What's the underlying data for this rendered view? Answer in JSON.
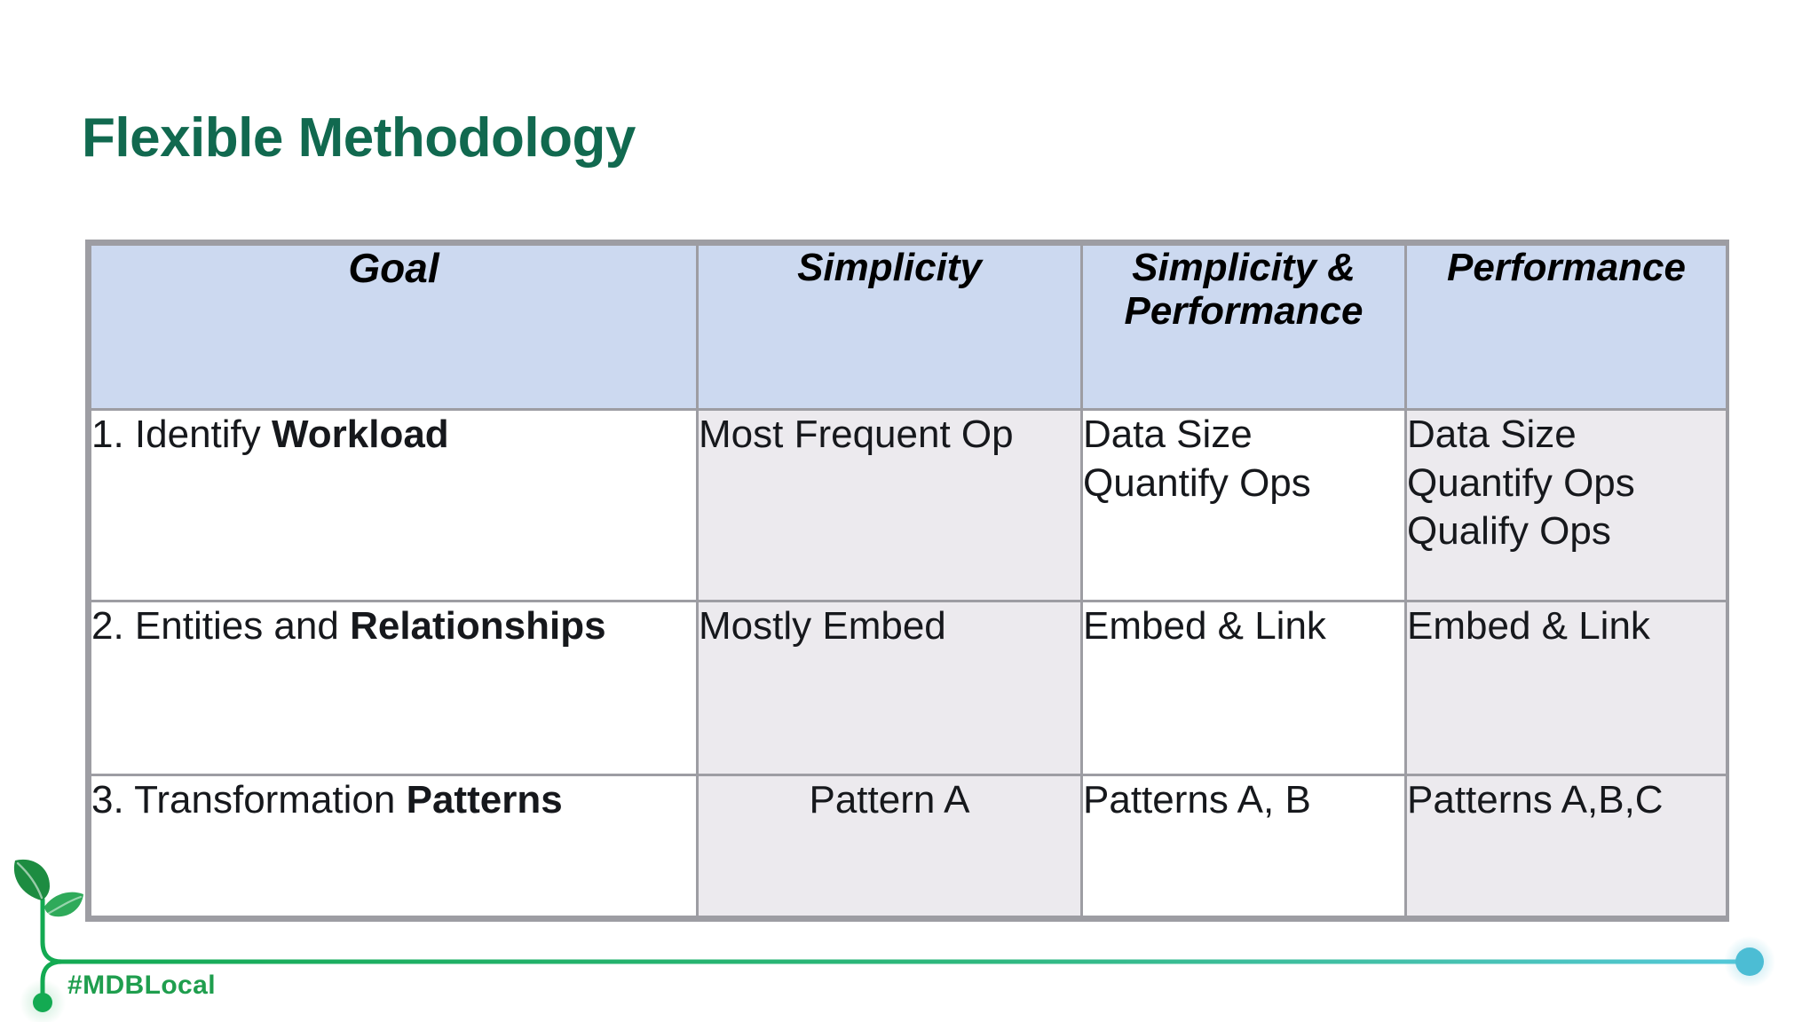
{
  "slide": {
    "title": "Flexible Methodology",
    "title_color": "#11694f",
    "background": "#ffffff"
  },
  "table": {
    "border_color": "#9d9da3",
    "header_bg": "#ccd9f0",
    "column_white_bg": "#ffffff",
    "column_gray_bg": "#eceaee",
    "headers": [
      {
        "label": "Goal"
      },
      {
        "label": "Simplicity"
      },
      {
        "label_line1": "Simplicity &",
        "label_line2": "Performance"
      },
      {
        "label": "Performance"
      }
    ],
    "rows": [
      {
        "goal_prefix": "1. Identify ",
        "goal_keyword": "Workload",
        "simplicity": "Most Frequent Op",
        "simplicity_performance_l1": "Data Size",
        "simplicity_performance_l2": "Quantify Ops",
        "performance_l1": "Data Size",
        "performance_l2": "Quantify Ops",
        "performance_l3": "Qualify Ops"
      },
      {
        "goal_prefix": "2. Entities and ",
        "goal_keyword": "Relationships",
        "simplicity": "Mostly Embed",
        "simplicity_performance_l1": "Embed & Link",
        "performance_l1": "Embed & Link"
      },
      {
        "goal_prefix": "3. Transformation ",
        "goal_keyword": "Patterns",
        "simplicity": "Pattern A",
        "simplicity_performance_l1": "Patterns A, B",
        "performance_l1": "Patterns A,B,C"
      }
    ]
  },
  "footer": {
    "hashtag": "#MDBLocal",
    "hashtag_color": "#1f9e4e",
    "vine_color_start": "#13aa52",
    "vine_color_end": "#54c8da",
    "leaf_color_dark": "#13893f",
    "leaf_color_light": "#2faa5a",
    "end_dot_color": "#4cbdd4"
  }
}
